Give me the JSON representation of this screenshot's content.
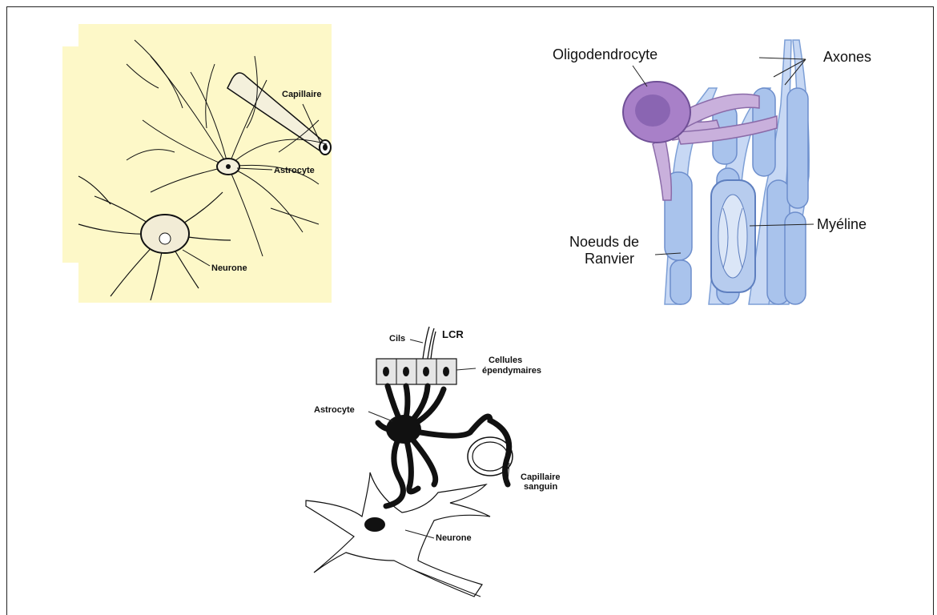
{
  "figures": {
    "astrocyte_sketch": {
      "labels": {
        "capillaire": "Capillaire",
        "astrocyte": "Astrocyte",
        "neurone": "Neurone"
      }
    },
    "myelination": {
      "labels": {
        "oligodendrocyte": "Oligodendrocyte",
        "axones": "Axones",
        "myeline": "Myéline",
        "noeuds_line1": "Noeuds de",
        "noeuds_line2": "Ranvier"
      }
    },
    "ependymal": {
      "labels": {
        "cils": "Cils",
        "lcr": "LCR",
        "cellules_line1": "Cellules",
        "cellules_line2": "épendymaires",
        "astrocyte": "Astrocyte",
        "capillaire_line1": "Capillaire",
        "capillaire_line2": "sanguin",
        "neurone": "Neurone"
      }
    }
  },
  "colors": {
    "panel1_background": "#fdf8c8",
    "myelin_blue": "#a9c3ec",
    "oligodendrocyte_purple": "#a880c8"
  }
}
